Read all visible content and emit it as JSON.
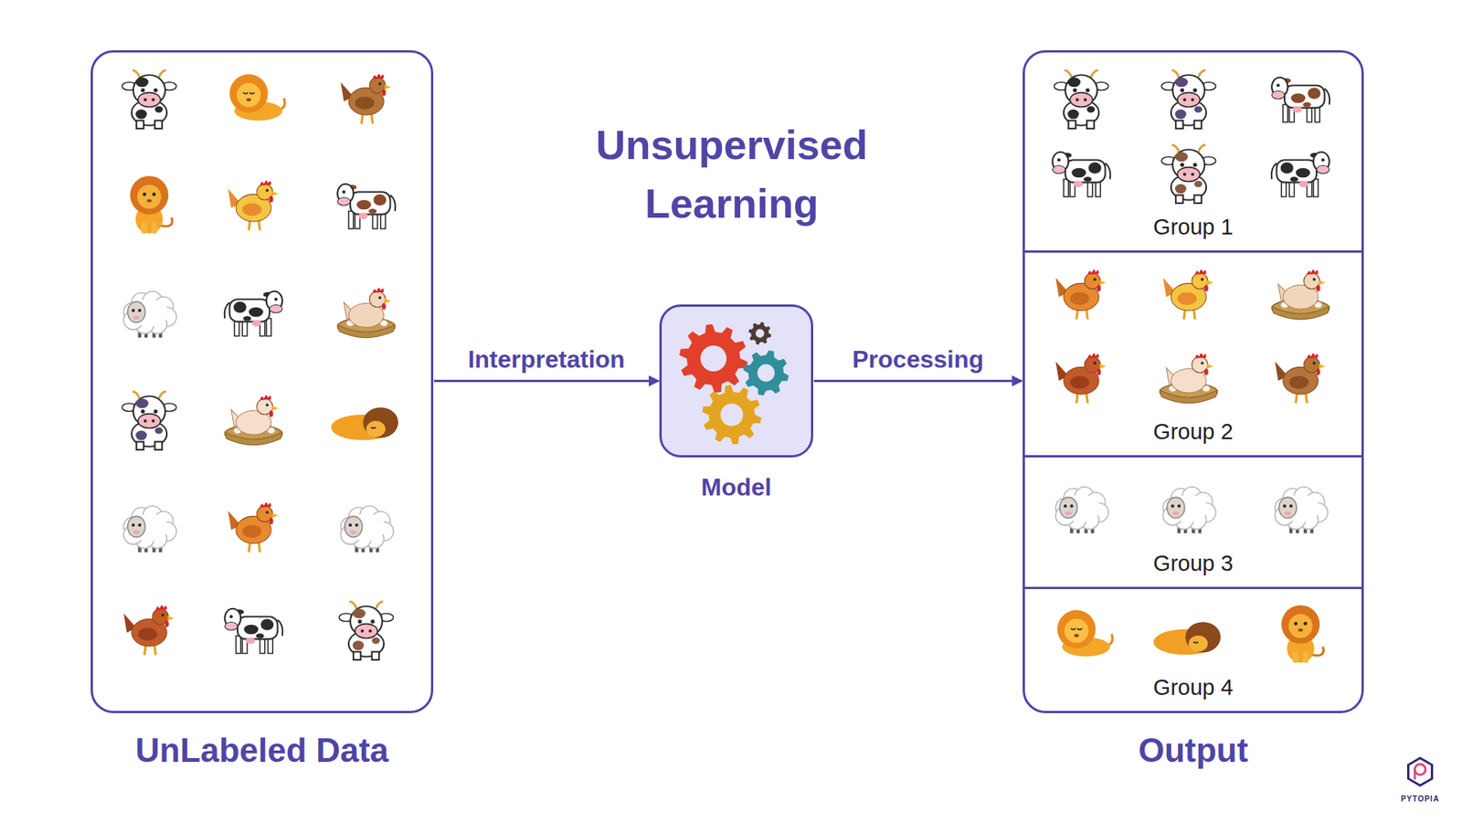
{
  "diagram": {
    "title": "Unsupervised Learning",
    "nodes": [
      {
        "text": [
          "UnLabeled Data"
        ]
      },
      {
        "text": [
          "Model"
        ]
      },
      {
        "text": [
          "Output"
        ]
      },
      {
        "text": [
          "Group 1"
        ],
        "in": 2
      },
      {
        "text": [
          "Group 2"
        ],
        "in": 2
      },
      {
        "text": [
          "Group 3"
        ],
        "in": 2
      },
      {
        "text": [
          "Group 4"
        ],
        "in": 2
      }
    ],
    "edges": [
      {
        "from": 0,
        "to": 1,
        "label": "Interpretation",
        "arrow": "to"
      },
      {
        "from": 1,
        "to": 2,
        "label": "Processing",
        "arrow": "to"
      }
    ],
    "labels": [
      "PYTOPIA"
    ]
  }
}
